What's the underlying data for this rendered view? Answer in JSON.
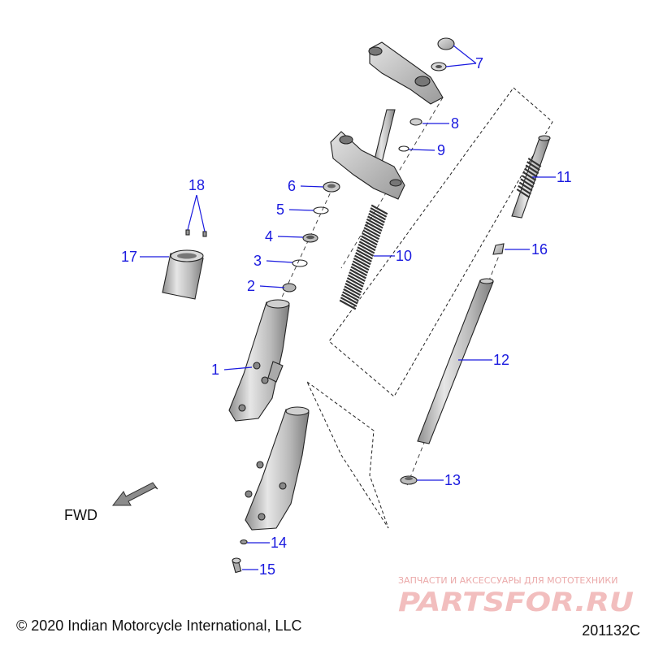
{
  "callouts": [
    {
      "number": "1"
    },
    {
      "number": "2"
    },
    {
      "number": "3"
    },
    {
      "number": "4"
    },
    {
      "number": "5"
    },
    {
      "number": "6"
    },
    {
      "number": "7"
    },
    {
      "number": "8"
    },
    {
      "number": "9"
    },
    {
      "number": "10"
    },
    {
      "number": "11"
    },
    {
      "number": "12"
    },
    {
      "number": "13"
    },
    {
      "number": "14"
    },
    {
      "number": "15"
    },
    {
      "number": "16"
    },
    {
      "number": "17"
    },
    {
      "number": "18"
    }
  ],
  "direction": {
    "label": "FWD"
  },
  "footer": {
    "copyright": "© 2020 Indian Motorcycle International, LLC",
    "diagram_code": "201132C"
  },
  "watermark": {
    "tagline": "ЗАПЧАСТИ И АКСЕССУАРЫ ДЛЯ МОТОТЕХНИКИ",
    "logo": "PARTSFOR.RU"
  },
  "colors": {
    "callout": "#1a1adf",
    "watermark": "#f1b7b7",
    "line": "#222222"
  }
}
